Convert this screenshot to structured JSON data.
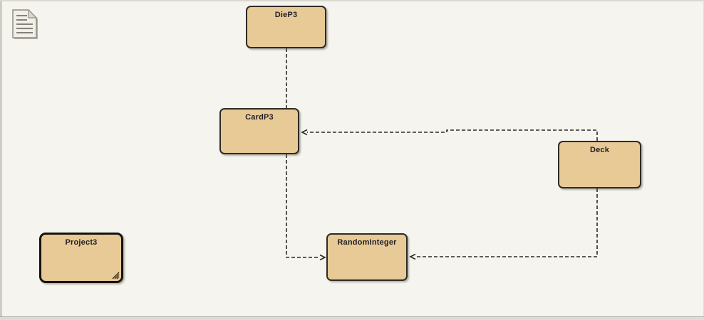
{
  "diagram": {
    "title": "class dependency diagram canvas",
    "colors": {
      "canvas_background": "#f5f4ee",
      "node_fill": "#e8ca96",
      "node_border": "#2e2b26",
      "project_node_border": "#16130f",
      "label_color": "#20202a",
      "connector_color": "#2b2a24"
    },
    "nodes": [
      {
        "id": "diep3",
        "label": "DieP3"
      },
      {
        "id": "cardp3",
        "label": "CardP3"
      },
      {
        "id": "deck",
        "label": "Deck"
      },
      {
        "id": "randominteger",
        "label": "RandomInteger"
      },
      {
        "id": "project3",
        "label": "Project3"
      }
    ],
    "connectors": [
      {
        "from": "DieP3",
        "to": "CardP3",
        "line_style": "dashed",
        "arrow": "none"
      },
      {
        "from": "Deck",
        "to": "CardP3",
        "line_style": "dashed",
        "arrow": "open-left"
      },
      {
        "from": "CardP3",
        "to": "RandomInteger",
        "line_style": "dashed",
        "arrow": "open-right"
      },
      {
        "from": "Deck",
        "to": "RandomInteger",
        "line_style": "dashed",
        "arrow": "open-left"
      }
    ],
    "icons": [
      {
        "name": "document-icon",
        "description": "page with folded corner and text lines"
      }
    ]
  }
}
